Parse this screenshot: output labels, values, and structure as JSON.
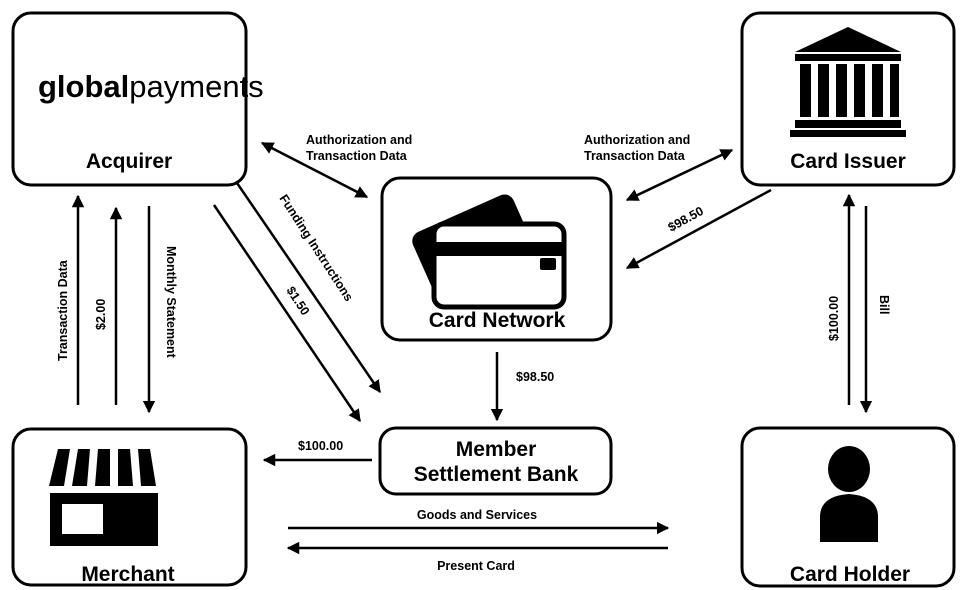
{
  "nodes": {
    "acquirer": {
      "label": "Acquirer",
      "logo_bold": "global",
      "logo_light": "payments"
    },
    "issuer": {
      "label": "Card Issuer",
      "icon": "bank-icon"
    },
    "network": {
      "label": "Card Network",
      "icon": "credit-cards-icon"
    },
    "bank": {
      "line1": "Member",
      "line2": "Settlement Bank"
    },
    "merchant": {
      "label": "Merchant",
      "icon": "storefront-icon"
    },
    "holder": {
      "label": "Card Holder",
      "icon": "person-icon"
    }
  },
  "edges": {
    "acq_net_auth": {
      "line1": "Authorization and",
      "line2": "Transaction Data"
    },
    "net_iss_auth": {
      "line1": "Authorization and",
      "line2": "Transaction Data"
    },
    "iss_to_net": "$98.50",
    "net_to_bank": "$98.50",
    "funding_instructions": "Funding Instructions",
    "acq_fee": "$1.50",
    "bank_to_merchant": "$100.00",
    "transaction_data": "Transaction Data",
    "merchant_fee": "$2.00",
    "monthly_statement": "Monthly Statement",
    "holder_payment": "$100.00",
    "bill": "Bill",
    "goods_services": "Goods and Services",
    "present_card": "Present Card"
  }
}
